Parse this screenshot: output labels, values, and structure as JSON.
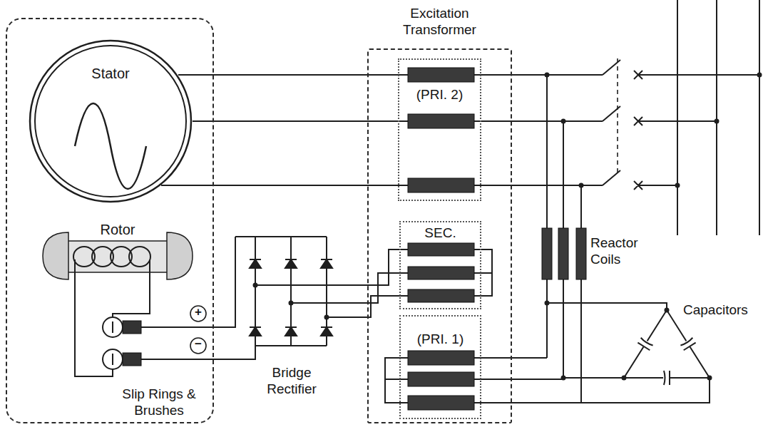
{
  "diagram": {
    "nodes": [
      {
        "text": [
          "Slip Rings & Brushes"
        ]
      },
      {
        "text": [
          "Stator"
        ],
        "in": 0
      },
      {
        "text": [
          "Rotor"
        ],
        "in": 0
      },
      {
        "text": [
          "Excitation Transformer"
        ]
      },
      {
        "text": [
          "(PRI. 2)"
        ],
        "in": 3
      },
      {
        "text": [
          "SEC."
        ],
        "in": 3
      },
      {
        "text": [
          "(PRI. 1)"
        ],
        "in": 3
      }
    ],
    "edges": [
      {
        "from": 1,
        "to": 4,
        "arrow": "none"
      }
    ],
    "labels": [
      "+",
      "−",
      "Bridge Rectifier",
      "Reactor Coils",
      "Capacitors"
    ]
  }
}
